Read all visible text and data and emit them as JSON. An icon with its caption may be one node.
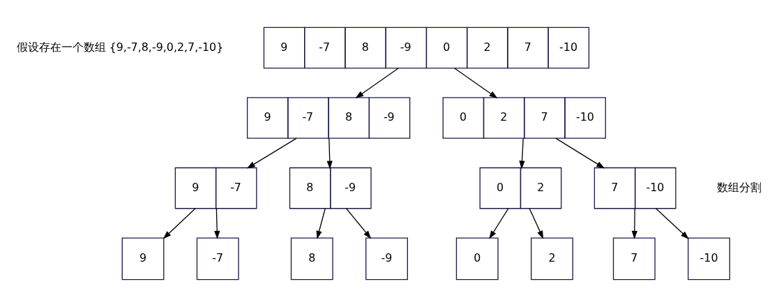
{
  "diagram": {
    "nodes": [
      {
        "text": [
          "9",
          "-7",
          "8",
          "-9",
          "0",
          "2",
          "7",
          "-10"
        ]
      },
      {
        "text": [
          "9",
          "-7",
          "8",
          "-9"
        ]
      },
      {
        "text": [
          "0",
          "2",
          "7",
          "-10"
        ]
      },
      {
        "text": [
          "9",
          "-7"
        ]
      },
      {
        "text": [
          "8",
          "-9"
        ]
      },
      {
        "text": [
          "0",
          "2"
        ]
      },
      {
        "text": [
          "7",
          "-10"
        ]
      },
      {
        "text": [
          "9"
        ]
      },
      {
        "text": [
          "-7"
        ]
      },
      {
        "text": [
          "8"
        ]
      },
      {
        "text": [
          "-9"
        ]
      },
      {
        "text": [
          "0"
        ]
      },
      {
        "text": [
          "2"
        ]
      },
      {
        "text": [
          "7"
        ]
      },
      {
        "text": [
          "-10"
        ]
      }
    ],
    "edges": [
      {
        "from": 0,
        "to": 1,
        "arrow": "to"
      },
      {
        "from": 0,
        "to": 2,
        "arrow": "to"
      },
      {
        "from": 1,
        "to": 3,
        "arrow": "to"
      },
      {
        "from": 1,
        "to": 4,
        "arrow": "to"
      },
      {
        "from": 2,
        "to": 5,
        "arrow": "to"
      },
      {
        "from": 2,
        "to": 6,
        "arrow": "to"
      },
      {
        "from": 3,
        "to": 7,
        "arrow": "to"
      },
      {
        "from": 3,
        "to": 8,
        "arrow": "to"
      },
      {
        "from": 4,
        "to": 9,
        "arrow": "to"
      },
      {
        "from": 4,
        "to": 10,
        "arrow": "to"
      },
      {
        "from": 5,
        "to": 11,
        "arrow": "to"
      },
      {
        "from": 5,
        "to": 12,
        "arrow": "to"
      },
      {
        "from": 6,
        "to": 13,
        "arrow": "to"
      },
      {
        "from": 6,
        "to": 14,
        "arrow": "to"
      }
    ],
    "labels": [
      "假设存在一个数组 {9,-7,8,-9,0,2,7,-10}",
      "数组分割"
    ]
  }
}
